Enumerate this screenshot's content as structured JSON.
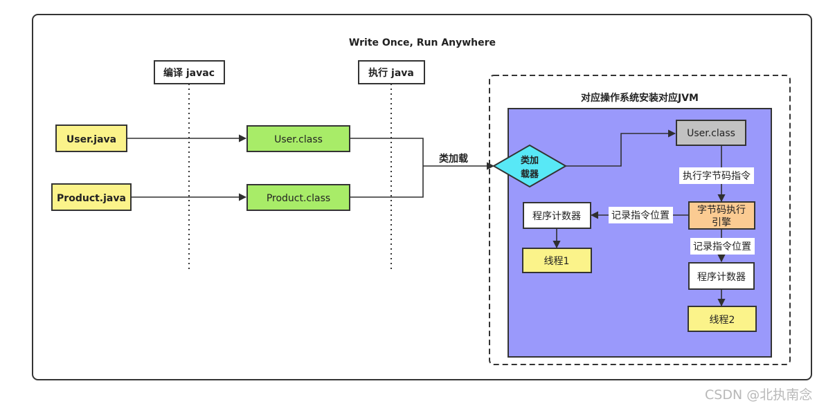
{
  "diagram": {
    "title": "Write Once, Run Anywhere",
    "stage_compile": "编译 javac",
    "stage_execute": "执行 java",
    "source_files": [
      "User.java",
      "Product.java"
    ],
    "class_files": [
      "User.class",
      "Product.class"
    ],
    "class_loading_label": "类加载",
    "jvm_title": "对应操作系统安装对应JVM",
    "class_loader": [
      "类加",
      "载器"
    ],
    "loaded_class": "User.class",
    "exec_bytecode_label": "执行字节码指令",
    "engine": [
      "字节码执行",
      "引擎"
    ],
    "record_left_label": "记录指令位置",
    "record_down_label": "记录指令位置",
    "pc_left": "程序计数器",
    "pc_right": "程序计数器",
    "thread1": "线程1",
    "thread2": "线程2"
  },
  "colors": {
    "source_fill": "#fbf38a",
    "class_fill": "#a8ec68",
    "jvm_fill": "#9a99fb",
    "loader_fill": "#58e8f6",
    "loaded_class_fill": "#c2c2c2",
    "engine_fill": "#fbcb92",
    "thread_fill": "#fbf38a"
  },
  "watermark": "CSDN @北执南念"
}
